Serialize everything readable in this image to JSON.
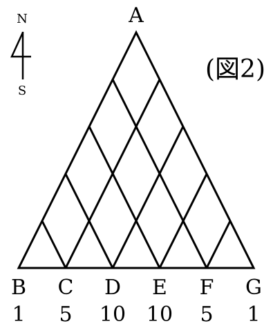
{
  "figure_label": "(図2)",
  "compass": {
    "north": "N",
    "south": "S"
  },
  "apex_label": "A",
  "bottom_points": [
    {
      "label": "B",
      "count": "1"
    },
    {
      "label": "C",
      "count": "5"
    },
    {
      "label": "D",
      "count": "10"
    },
    {
      "label": "E",
      "count": "10"
    },
    {
      "label": "F",
      "count": "5"
    },
    {
      "label": "G",
      "count": "1"
    }
  ],
  "colors": {
    "ink": "#000000",
    "background": "#ffffff"
  }
}
